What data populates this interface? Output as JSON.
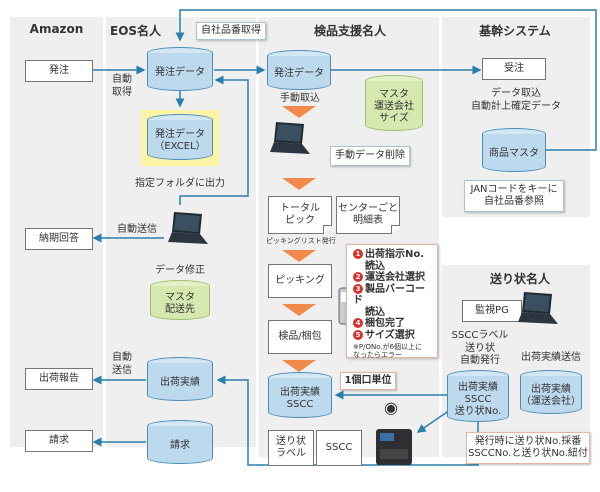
{
  "lanes": {
    "amazon": {
      "title": "Amazon"
    },
    "eos": {
      "title": "EOS名人"
    },
    "kenpin": {
      "title": "検品支援名人"
    },
    "kikan": {
      "title": "基幹システム"
    },
    "okurijo": {
      "title": "送り状名人"
    }
  },
  "amazon": {
    "order": "発注",
    "delivery_reply": "納期回答",
    "shipment_report": "出荷報告",
    "invoice": "請求"
  },
  "eos": {
    "order_data": "発注データ",
    "auto_fetch": "自動\n取得",
    "excel_data_line1": "発注データ",
    "excel_data_line2": "（EXCEL）",
    "folder_output": "指定フォルダに出力",
    "auto_send": "自動送信",
    "data_fix": "データ修正",
    "master_line1": "マスタ",
    "master_line2": "配送先",
    "auto_send2": "自動\n送信",
    "shipment_results": "出荷実績",
    "invoice": "請求",
    "own_part_callout": "自社品番取得"
  },
  "kenpin": {
    "order_data": "発注データ",
    "manual_import": "手動取込",
    "master_line1": "マスタ",
    "master_line2": "運送会社",
    "master_line3": "サイズ",
    "manual_delete": "手動データ削除",
    "total_pick_line1": "トータル",
    "total_pick_line2": "ピック",
    "center_detail_line1": "センターごと",
    "center_detail_line2": "明細表",
    "picklist_issue": "ピッキングリスト発行",
    "picking": "ピッキング",
    "inspect_pack": "検品/梱包",
    "steps": [
      {
        "num": "1",
        "text": "出荷指示No."
      },
      {
        "num": "",
        "text": "読込"
      },
      {
        "num": "2",
        "text": "運送会社選択"
      },
      {
        "num": "3",
        "text": "製品バーコード"
      },
      {
        "num": "",
        "text": "読込"
      },
      {
        "num": "4",
        "text": "梱包完了"
      },
      {
        "num": "5",
        "text": "サイズ選択"
      }
    ],
    "steps_note": "※P/ONo.が6個以上に\nなったらエラー",
    "unit_callout": "1個口単位",
    "sscc_db_line1": "出荷実績",
    "sscc_db_line2": "SSCC",
    "label_line1": "送り状",
    "label_line2": "ラベル",
    "sscc_doc": "SSCC"
  },
  "kikan": {
    "order_received": "受注",
    "data_import": "データ取込\n自動計上確定データ",
    "product_master": "商品マスタ",
    "jan_callout": "JANコードをキーに\n自社品番参照"
  },
  "okurijo": {
    "monitor": "監視PG",
    "auto_issue": "SSCCラベル\n送り状\n自動発行",
    "results_send": "出荷実績送信",
    "db1_lines": [
      "出荷実績",
      "SSCC",
      "送り状No."
    ],
    "db2_lines": [
      "出荷実績",
      "（運送会社）"
    ],
    "issue_callout": "発行時に送り状No.採番\nSSCCNo.と送り状No.紐付"
  },
  "colors": {
    "flow_line": "#2a7fab",
    "chevron": "#f08a4b",
    "db_blue": "#bcd9ee",
    "db_green": "#d6e8b0",
    "highlight": "#fdf5a6",
    "lane_bg": "#efefef"
  }
}
